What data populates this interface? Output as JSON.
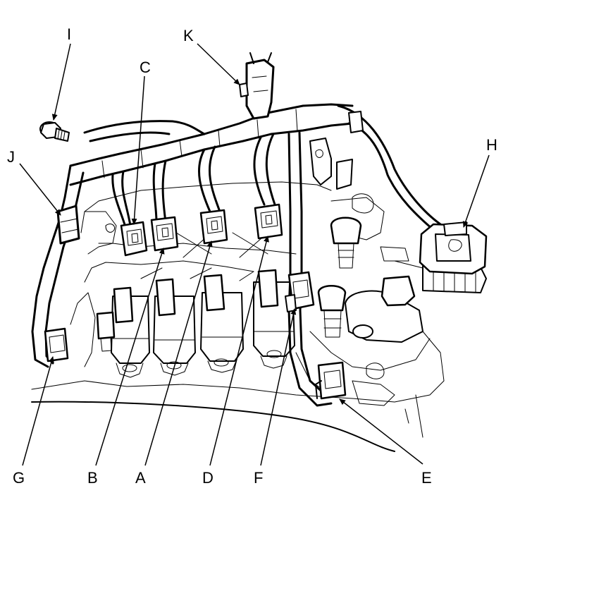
{
  "diagram": {
    "callouts": [
      {
        "id": "a",
        "letter": "A"
      },
      {
        "id": "b",
        "letter": "B"
      },
      {
        "id": "c",
        "letter": "C"
      },
      {
        "id": "d",
        "letter": "D"
      },
      {
        "id": "e",
        "letter": "E"
      },
      {
        "id": "f",
        "letter": "F"
      },
      {
        "id": "g",
        "letter": "G"
      },
      {
        "id": "h",
        "letter": "H"
      },
      {
        "id": "i",
        "letter": "I"
      },
      {
        "id": "j",
        "letter": "J"
      },
      {
        "id": "k",
        "letter": "K"
      }
    ]
  }
}
